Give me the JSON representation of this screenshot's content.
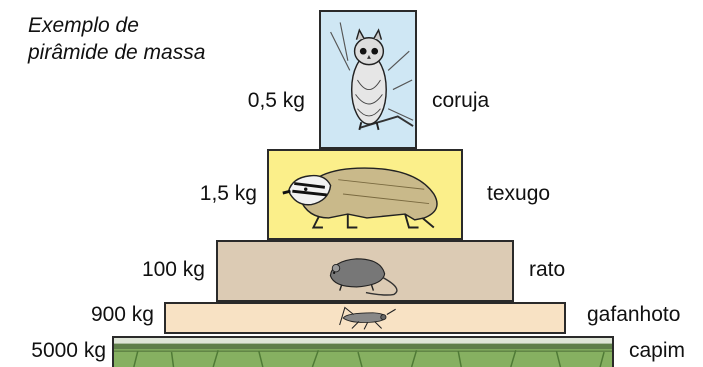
{
  "title": {
    "line1": "Exemplo de",
    "line2": "pirâmide de massa"
  },
  "levels": [
    {
      "organism": "coruja",
      "mass": "0,5 kg",
      "color": "#cfe7f4"
    },
    {
      "organism": "texugo",
      "mass": "1,5 kg",
      "color": "#fbef8a"
    },
    {
      "organism": "rato",
      "mass": "100 kg",
      "color": "#dccbb4"
    },
    {
      "organism": "gafanhoto",
      "mass": "900 kg",
      "color": "#f8e2c4"
    },
    {
      "organism": "capim",
      "mass": "5000 kg",
      "color": "#7da85c"
    }
  ],
  "icons": [
    "owl-icon",
    "badger-icon",
    "rat-icon",
    "grasshopper-icon",
    "grass-icon"
  ]
}
